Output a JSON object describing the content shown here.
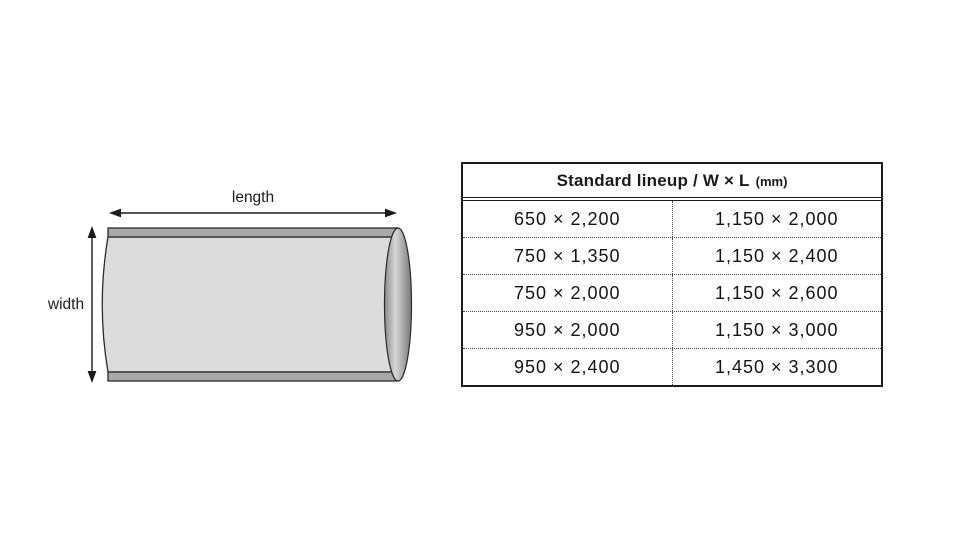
{
  "diagram": {
    "length_label": "length",
    "width_label": "width",
    "body_color": "#dcdcdc",
    "strip_color": "#a8a8a8",
    "cap_edge_color": "#868686",
    "cap_center_color": "#d6d6d6",
    "outline_color": "#2b2b2b",
    "arrow_color": "#1c1c1c"
  },
  "table": {
    "header_title": "Standard lineup / W × L",
    "header_unit": "(mm)",
    "rows": [
      [
        "650 × 2,200",
        "1,150 × 2,000"
      ],
      [
        "750 × 1,350",
        "1,150 × 2,400"
      ],
      [
        "750 × 2,000",
        "1,150 × 2,600"
      ],
      [
        "950 × 2,000",
        "1,150 × 3,000"
      ],
      [
        "950 × 2,400",
        "1,450 × 3,300"
      ]
    ],
    "border_color": "#1a1a1a"
  }
}
